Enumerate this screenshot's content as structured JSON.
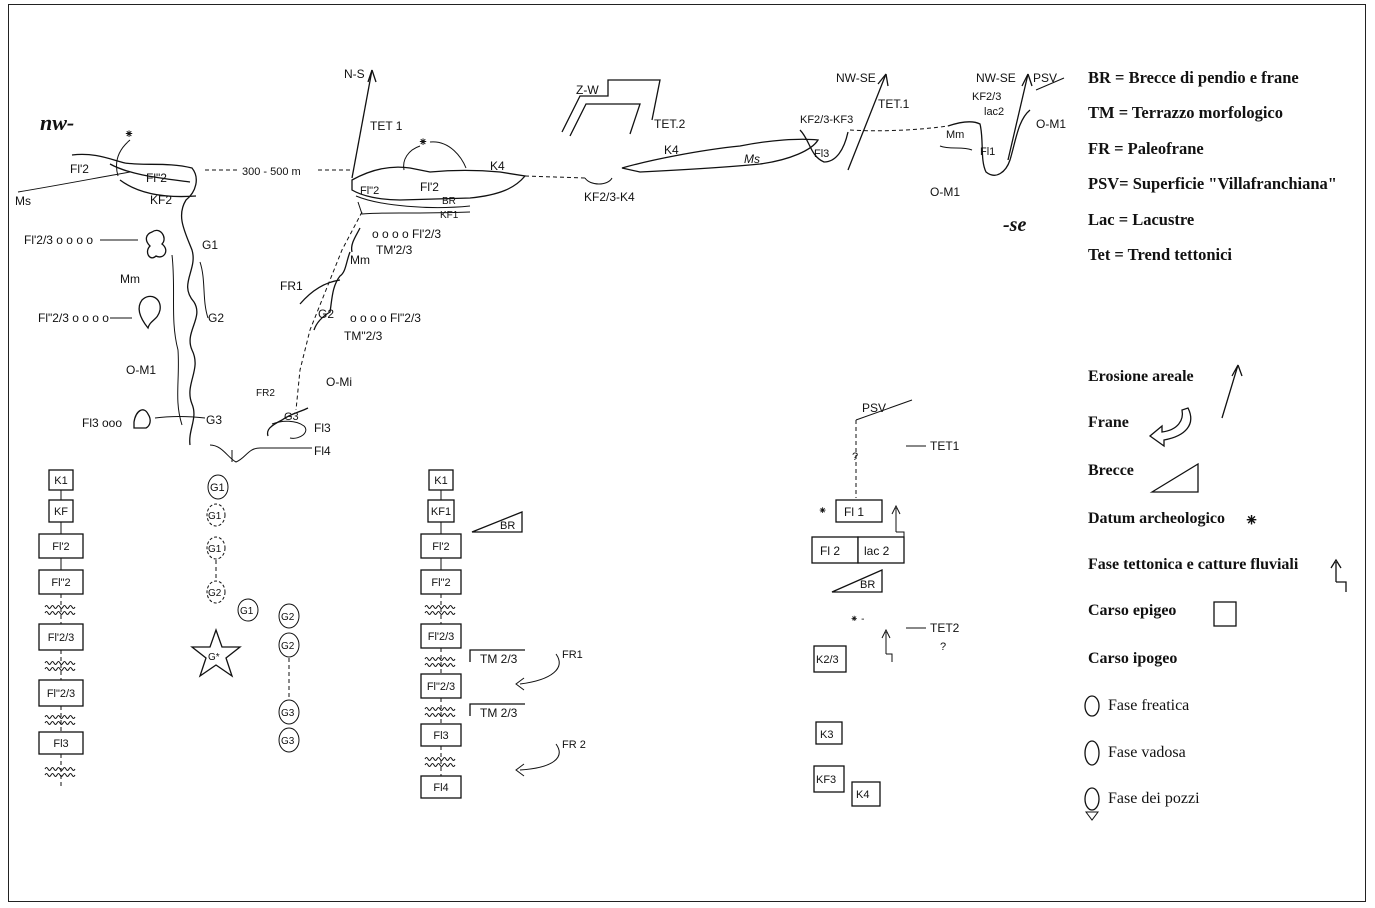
{
  "orientation": {
    "nw": "nw-",
    "se": "-se"
  },
  "trends": {
    "ns": "N-S",
    "tet1_a": "TET 1",
    "distance": "300 - 500 m",
    "zw": "Z-W",
    "tet2": "TET.2",
    "nwse_1": "NW-SE",
    "tet1_b": "TET.1",
    "nwse_2": "NW-SE",
    "psv": "PSV"
  },
  "section_labels": {
    "ms_left": "Ms",
    "fl2p_left": "Fl'2",
    "fl2pp_left": "Fl\"2",
    "kf2_left": "KF2",
    "fl23p_left": "Fl'2/3 o o o o",
    "g1": "G1",
    "mm_left": "Mm",
    "fl23pp_left": "Fl\"2/3 o o o o",
    "g2": "G2",
    "om1_left": "O-M1",
    "fl3_left": "Fl3 ooo",
    "g3": "G3",
    "fl2pp_mid": "Fl\"2",
    "fl2p_mid": "Fl'2",
    "k4_mid": "K4",
    "br_mid": "BR",
    "kf1_mid": "KF1",
    "tm23p": "TM'2/3",
    "fl23p_mid": "o o o o Fl'2/3",
    "mm_mid": "Mm",
    "fr1": "FR1",
    "g2_mid": "G2",
    "fl23pp_mid": "o o o o Fl\"2/3",
    "tm23pp": "TM\"2/3",
    "omi": "O-Mi",
    "fr2_mid": "FR2",
    "g3_mid": "G3",
    "fl3_mid": "Fl3",
    "fl4_mid": "Fl4",
    "kf23_k4": "KF2/3-K4",
    "k4_right": "K4",
    "ms_right": "Ms",
    "kf23_kf3": "KF2/3-KF3",
    "fl3_right": "Fl3",
    "kf23_far": "KF2/3",
    "lac2_far": "lac2",
    "mm_far": "Mm",
    "fl1_far": "Fl1",
    "om1_far_top": "O-M1",
    "om1_far_bot": "O-M1"
  },
  "col1": [
    "K1",
    "KF",
    "Fl'2",
    "Fl\"2",
    "Fl'2/3",
    "Fl\"2/3",
    "Fl3"
  ],
  "col2": [
    "G1",
    "G1",
    "G1",
    "G2",
    "G1",
    "G*",
    "G2",
    "G2",
    "G3",
    "G3"
  ],
  "col3": {
    "boxes": [
      "K1",
      "KF1",
      "Fl'2",
      "Fl\"2",
      "Fl'2/3",
      "Fl\"2/3",
      "Fl3",
      "Fl4"
    ],
    "br": "BR",
    "tm1": "TM 2/3",
    "tm2": "TM 2/3",
    "fr1": "FR1",
    "fr2": "FR 2"
  },
  "col4": {
    "psv": "PSV",
    "tet1": "TET1",
    "q1": "?",
    "fl1": "Fl 1",
    "fl2": "Fl 2",
    "lac2": "lac 2",
    "br": "BR",
    "tet2": "TET2",
    "q2": "?",
    "k23": "K2/3",
    "k3": "K3",
    "kf3": "KF3",
    "k4": "K4"
  },
  "legend_abbrev": [
    "BR  = Brecce di pendio e frane",
    "TM  = Terrazzo morfologico",
    "FR  = Paleofrane",
    "PSV= Superficie \"Villafranchiana\"",
    "Lac = Lacustre",
    "Tet  = Trend tettonici"
  ],
  "legend_symbols": {
    "erosione": "Erosione areale",
    "frane": "Frane",
    "brecce": "Brecce",
    "datum": "Datum archeologico",
    "fase_tett": "Fase tettonica e catture fluviali",
    "carso_epigeo": "Carso epigeo",
    "carso_ipogeo": "Carso ipogeo",
    "freatica": "Fase freatica",
    "vadosa": "Fase vadosa",
    "pozzi": "Fase dei pozzi"
  }
}
